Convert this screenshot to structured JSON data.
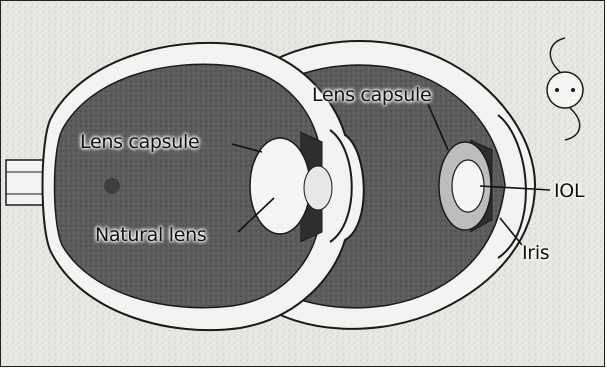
{
  "diagram": {
    "labels": {
      "lens_capsule_left": "Lens capsule",
      "lens_capsule_right": "Lens capsule",
      "natural_lens": "Natural lens",
      "iol": "IOL",
      "iris": "Iris"
    },
    "colors": {
      "background": "#e6e6e2",
      "eye_interior": "#595959",
      "sclera": "#f3f3f1",
      "outline": "#1a1a1a"
    }
  }
}
